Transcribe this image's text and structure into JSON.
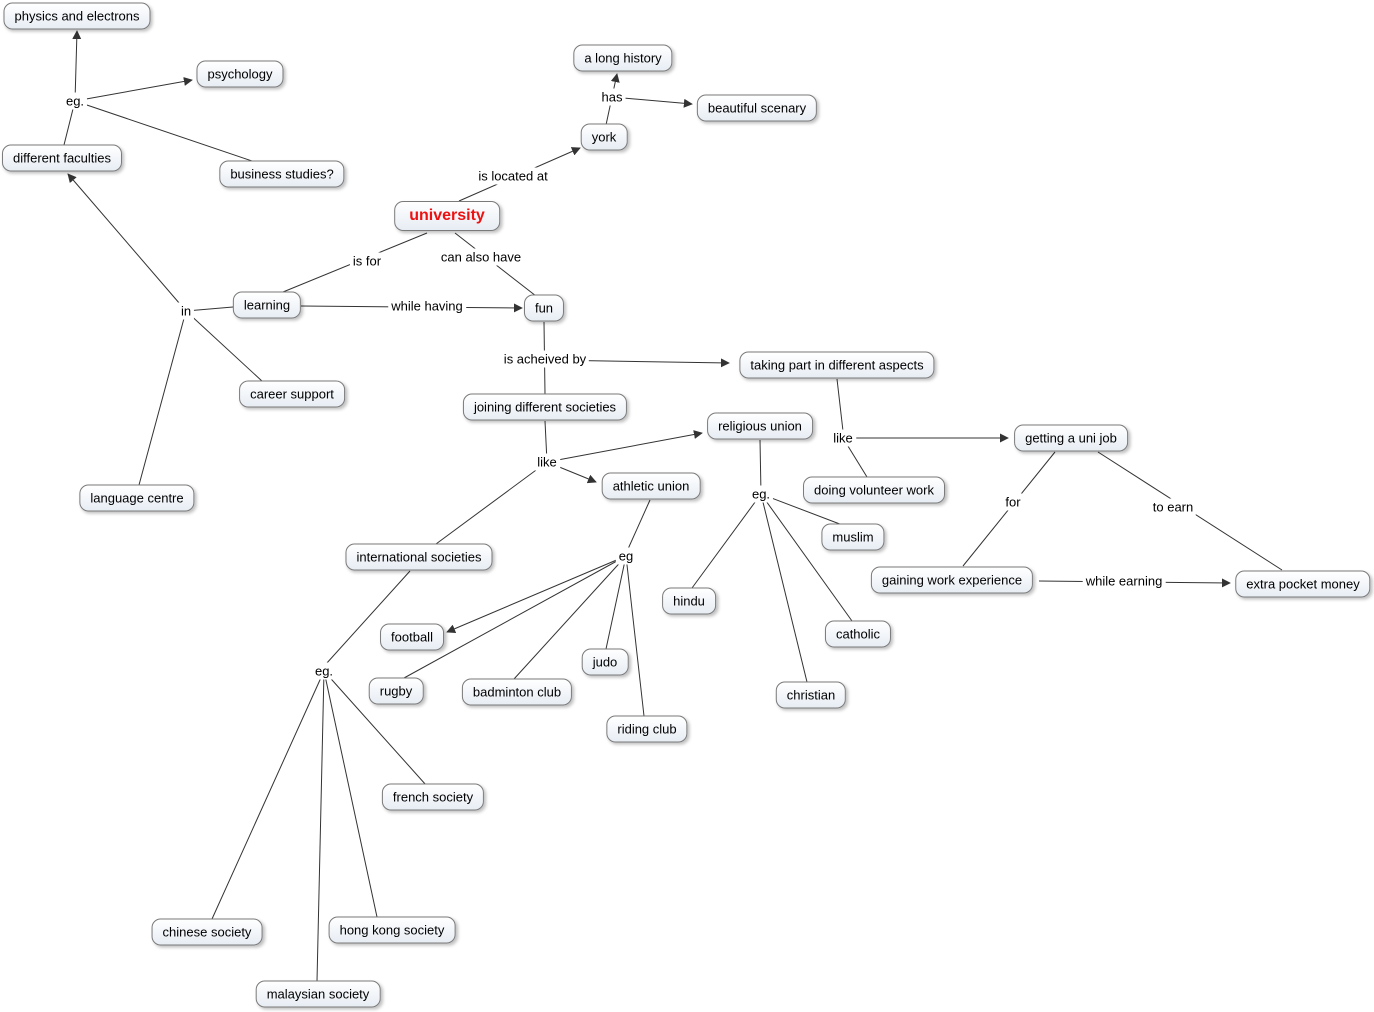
{
  "nodes": {
    "physics_and_electrons": "physics and electrons",
    "psychology": "psychology",
    "different_faculties": "different faculties",
    "business_studies": "business studies?",
    "a_long_history": "a long history",
    "beautiful_scenary": "beautiful scenary",
    "york": "york",
    "university": "university",
    "learning": "learning",
    "fun": "fun",
    "taking_part": "taking part in different aspects",
    "joining_societies": "joining different societies",
    "religious_union": "religious union",
    "career_support": "career support",
    "language_centre": "language centre",
    "athletic_union": "athletic union",
    "doing_volunteer": "doing volunteer work",
    "uni_job": "getting a uni job",
    "muslim": "muslim",
    "international_societies": "international societies",
    "hindu": "hindu",
    "catholic": "catholic",
    "gaining_experience": "gaining work experience",
    "extra_pocket": "extra pocket money",
    "football": "football",
    "rugby": "rugby",
    "badminton": "badminton club",
    "judo": "judo",
    "riding_club": "riding club",
    "christian": "christian",
    "french_society": "french society",
    "chinese_society": "chinese society",
    "hong_kong_society": "hong kong society",
    "malaysian_society": "malaysian society"
  },
  "labels": {
    "eg_faculties": "eg.",
    "has": "has",
    "is_located_at": "is located at",
    "is_for": "is for",
    "can_also_have": "can also have",
    "while_having": "while having",
    "in": "in",
    "is_acheived_by": "is acheived by",
    "like_societies": "like",
    "like_aspects": "like",
    "eg_religious": "eg.",
    "eg_athletic": "eg",
    "eg_international": "eg.",
    "for": "for",
    "to_earn": "to earn",
    "while_earning": "while earning"
  },
  "colors": {
    "node_border": "#7a7a7a",
    "node_fill": "#e7edf4",
    "edge_line": "#333333",
    "university_text": "#ee1111",
    "label_text": "#000000"
  }
}
